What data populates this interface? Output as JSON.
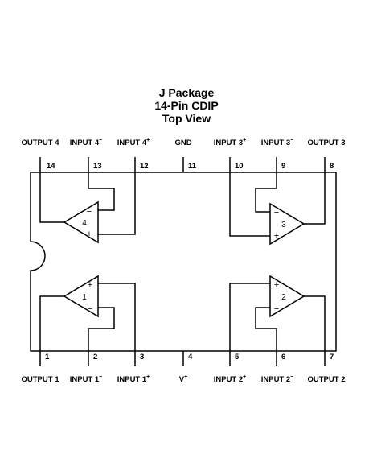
{
  "title": {
    "line1": "J Package",
    "line2": "14-Pin CDIP",
    "line3": "Top View"
  },
  "pins": [
    {
      "num": "1",
      "name": "OUTPUT 1",
      "sup": ""
    },
    {
      "num": "2",
      "name": "INPUT 1",
      "sup": "−"
    },
    {
      "num": "3",
      "name": "INPUT 1",
      "sup": "+"
    },
    {
      "num": "4",
      "name": "V",
      "sup": "+"
    },
    {
      "num": "5",
      "name": "INPUT 2",
      "sup": "+"
    },
    {
      "num": "6",
      "name": "INPUT 2",
      "sup": "−"
    },
    {
      "num": "7",
      "name": "OUTPUT 2",
      "sup": ""
    },
    {
      "num": "8",
      "name": "OUTPUT 3",
      "sup": ""
    },
    {
      "num": "9",
      "name": "INPUT 3",
      "sup": "−"
    },
    {
      "num": "10",
      "name": "INPUT 3",
      "sup": "+"
    },
    {
      "num": "11",
      "name": "GND",
      "sup": ""
    },
    {
      "num": "12",
      "name": "INPUT 4",
      "sup": "+"
    },
    {
      "num": "13",
      "name": "INPUT 4",
      "sup": "−"
    },
    {
      "num": "14",
      "name": "OUTPUT 4",
      "sup": ""
    }
  ],
  "amplifiers": [
    {
      "num": "1",
      "plus": "+",
      "minus": "−"
    },
    {
      "num": "2",
      "plus": "+",
      "minus": "−"
    },
    {
      "num": "3",
      "plus": "+",
      "minus": "−"
    },
    {
      "num": "4",
      "plus": "+",
      "minus": "−"
    }
  ]
}
